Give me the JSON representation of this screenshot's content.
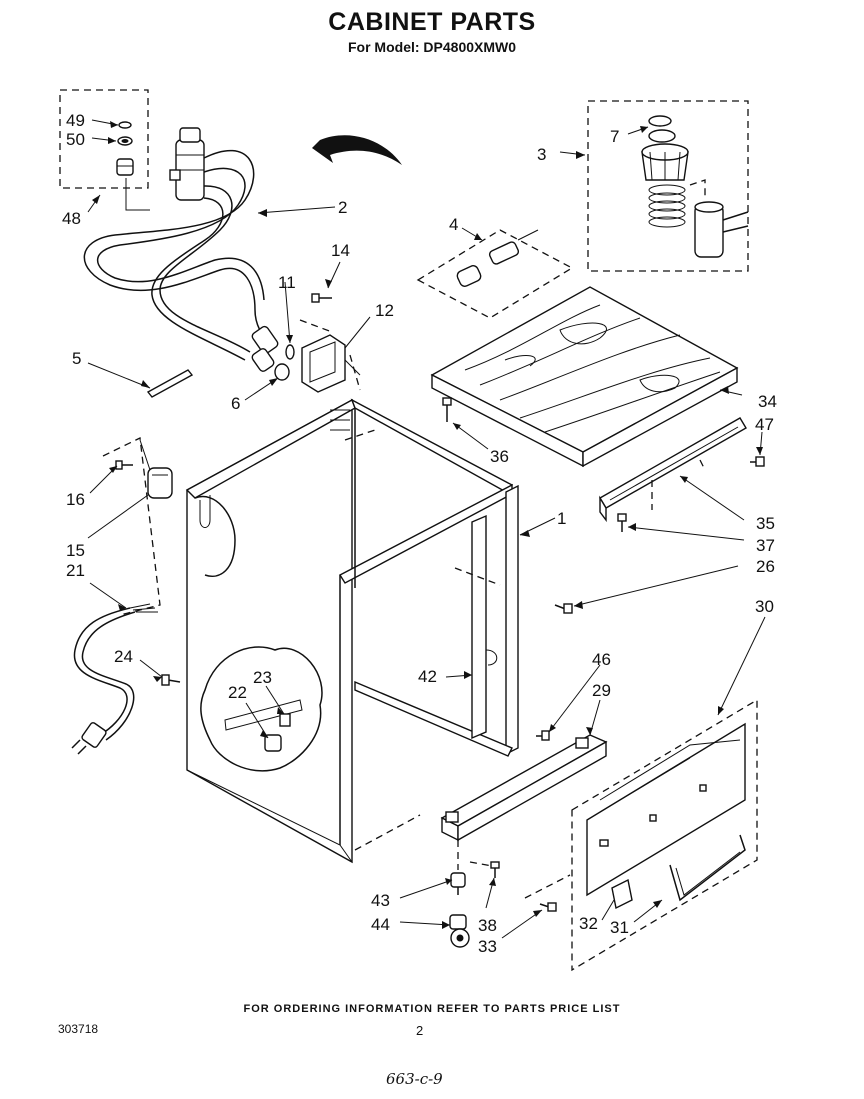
{
  "header": {
    "title": "CABINET PARTS",
    "subtitle": "For Model: DP4800XMW0"
  },
  "footer": {
    "ordering_note": "FOR ORDERING INFORMATION REFER TO PARTS PRICE LIST",
    "document_number": "303718",
    "page_number": "2",
    "handwritten_note": "663-c-9"
  },
  "callouts": {
    "c1": "1",
    "c2": "2",
    "c3": "3",
    "c4": "4",
    "c5": "5",
    "c6": "6",
    "c7": "7",
    "c11": "11",
    "c12": "12",
    "c14": "14",
    "c15": "15",
    "c16": "16",
    "c21": "21",
    "c22": "22",
    "c23": "23",
    "c24": "24",
    "c26": "26",
    "c29": "29",
    "c30": "30",
    "c31": "31",
    "c32": "32",
    "c33": "33",
    "c34": "34",
    "c35": "35",
    "c36": "36",
    "c37": "37",
    "c38": "38",
    "c42": "42",
    "c43": "43",
    "c44": "44",
    "c46": "46",
    "c47": "47",
    "c48": "48",
    "c49": "49",
    "c50": "50"
  }
}
